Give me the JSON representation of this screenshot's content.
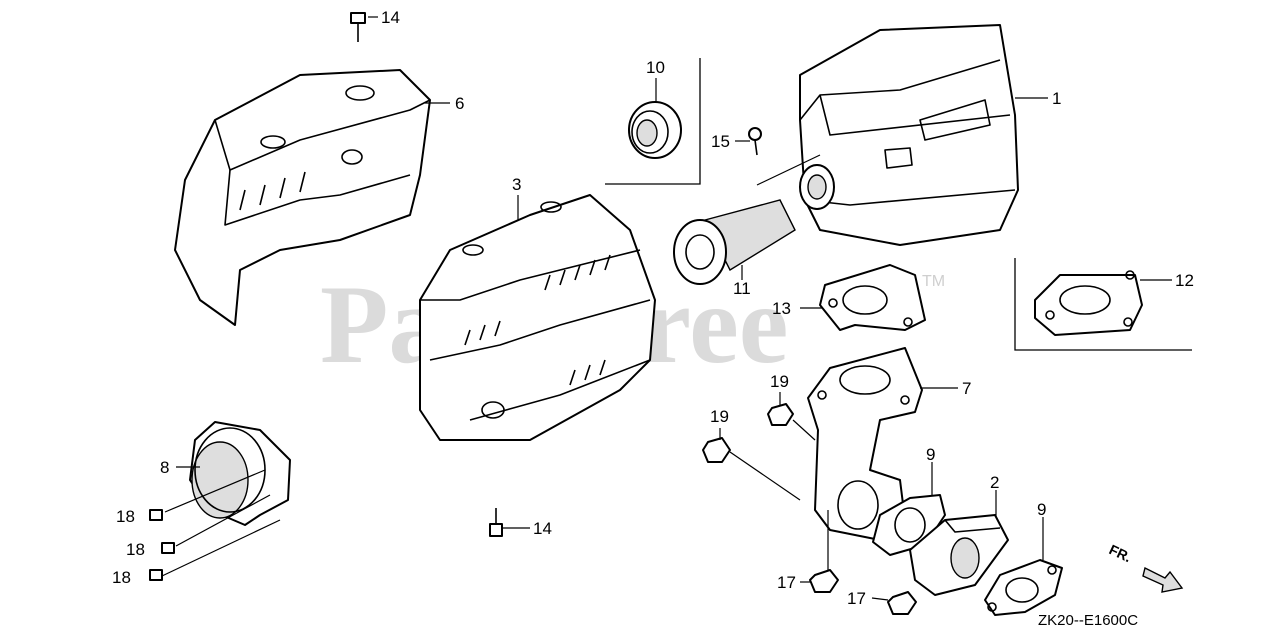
{
  "watermark": {
    "text": "PartsTree",
    "trademark": "TM"
  },
  "diagram_code": "ZK20--E1600C",
  "direction_label": "FR.",
  "callouts": {
    "c1": "1",
    "c2": "2",
    "c3": "3",
    "c6": "6",
    "c7": "7",
    "c8": "8",
    "c9a": "9",
    "c9b": "9",
    "c10": "10",
    "c11": "11",
    "c12": "12",
    "c13": "13",
    "c14a": "14",
    "c14b": "14",
    "c15": "15",
    "c17a": "17",
    "c17b": "17",
    "c18a": "18",
    "c18b": "18",
    "c18c": "18",
    "c19a": "19",
    "c19b": "19"
  }
}
